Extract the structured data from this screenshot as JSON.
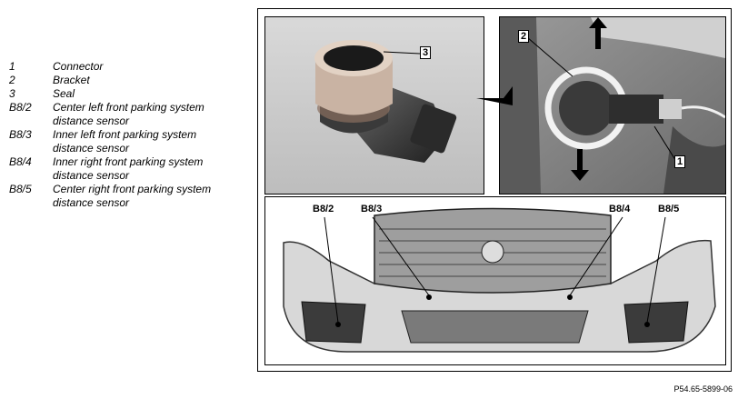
{
  "legend": [
    {
      "key": "1",
      "desc": "Connector"
    },
    {
      "key": "2",
      "desc": "Bracket"
    },
    {
      "key": "3",
      "desc": "Seal"
    },
    {
      "key": "B8/2",
      "desc": "Center left front parking system\ndistance sensor"
    },
    {
      "key": "B8/3",
      "desc": "Inner left front parking system\ndistance sensor"
    },
    {
      "key": "B8/4",
      "desc": "Inner right front parking system\ndistance sensor"
    },
    {
      "key": "B8/5",
      "desc": "Center right front parking system\ndistance sensor"
    }
  ],
  "callouts": {
    "seal": "3",
    "bracket": "2",
    "connector": "1"
  },
  "bumper_labels": {
    "b82": "B8/2",
    "b83": "B8/3",
    "b84": "B8/4",
    "b85": "B8/5"
  },
  "reference": "P54.65-5899-06"
}
